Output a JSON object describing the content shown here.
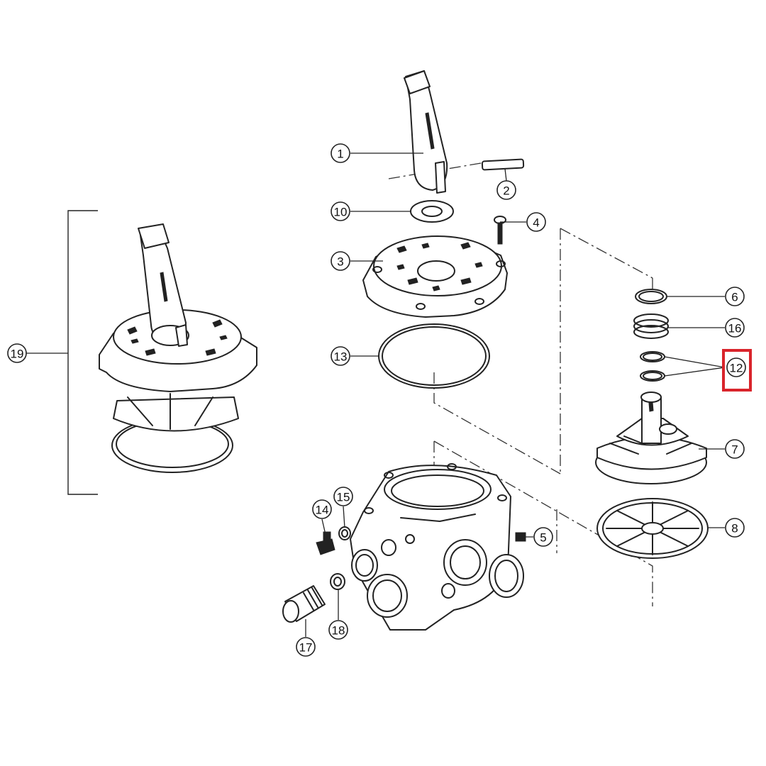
{
  "colors": {
    "line": "#222222",
    "highlight": "#d9242b",
    "background": "#ffffff"
  },
  "callouts": [
    {
      "id": "c1",
      "label": "1"
    },
    {
      "id": "c2",
      "label": "2"
    },
    {
      "id": "c3",
      "label": "3"
    },
    {
      "id": "c4",
      "label": "4"
    },
    {
      "id": "c5",
      "label": "5"
    },
    {
      "id": "c6",
      "label": "6"
    },
    {
      "id": "c7",
      "label": "7"
    },
    {
      "id": "c8",
      "label": "8"
    },
    {
      "id": "c10",
      "label": "10"
    },
    {
      "id": "c12",
      "label": "12",
      "highlighted": true
    },
    {
      "id": "c13",
      "label": "13"
    },
    {
      "id": "c14",
      "label": "14"
    },
    {
      "id": "c15",
      "label": "15"
    },
    {
      "id": "c16",
      "label": "16"
    },
    {
      "id": "c17",
      "label": "17"
    },
    {
      "id": "c18",
      "label": "18"
    },
    {
      "id": "c19",
      "label": "19"
    }
  ]
}
